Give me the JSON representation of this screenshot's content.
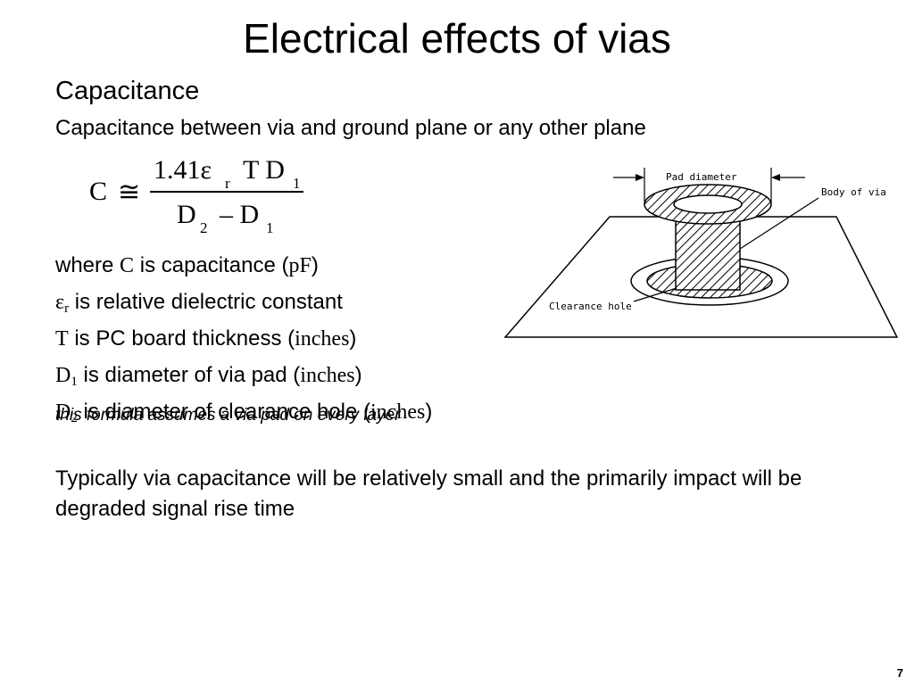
{
  "slide": {
    "title": "Electrical effects of vias",
    "heading": "Capacitance",
    "subheading": "Capacitance between via and ground plane or any other plane",
    "formula": {
      "lhs": "C",
      "approx": "≅",
      "num_coef": "1.41ε",
      "num_coef_sub": "r",
      "num_T": "T D",
      "num_T_sub": "1",
      "den_a": "D",
      "den_a_sub": "2",
      "den_op": "– D",
      "den_b_sub": "1"
    },
    "definitions": [
      {
        "pre": "where ",
        "sym": "C",
        "sub": "",
        "text": " is capacitance (",
        "unit": "pF",
        "close": ")"
      },
      {
        "pre": "",
        "sym": "ε",
        "sub": "r",
        "text": " is relative dielectric constant",
        "unit": "",
        "close": ""
      },
      {
        "pre": "",
        "sym": "T",
        "sub": "",
        "text": " is PC board thickness (",
        "unit": "inches",
        "close": ")"
      },
      {
        "pre": "",
        "sym": "D",
        "sub": "1",
        "text": " is diameter of via pad (",
        "unit": "inches",
        "close": ")"
      },
      {
        "pre": "",
        "sym": "D",
        "sub": "2",
        "text": " is diameter of clearance hole (",
        "unit": "inches",
        "close": ")"
      }
    ],
    "note": "this formula assumes a via pad on every layer",
    "paragraph": "Typically via capacitance will be relatively small and the primarily impact will be degraded signal rise time",
    "page_number": "7"
  },
  "diagram": {
    "label_pad_diameter": "Pad diameter",
    "label_body_of_via": "Body of via",
    "label_clearance_hole": "Clearance hole"
  }
}
